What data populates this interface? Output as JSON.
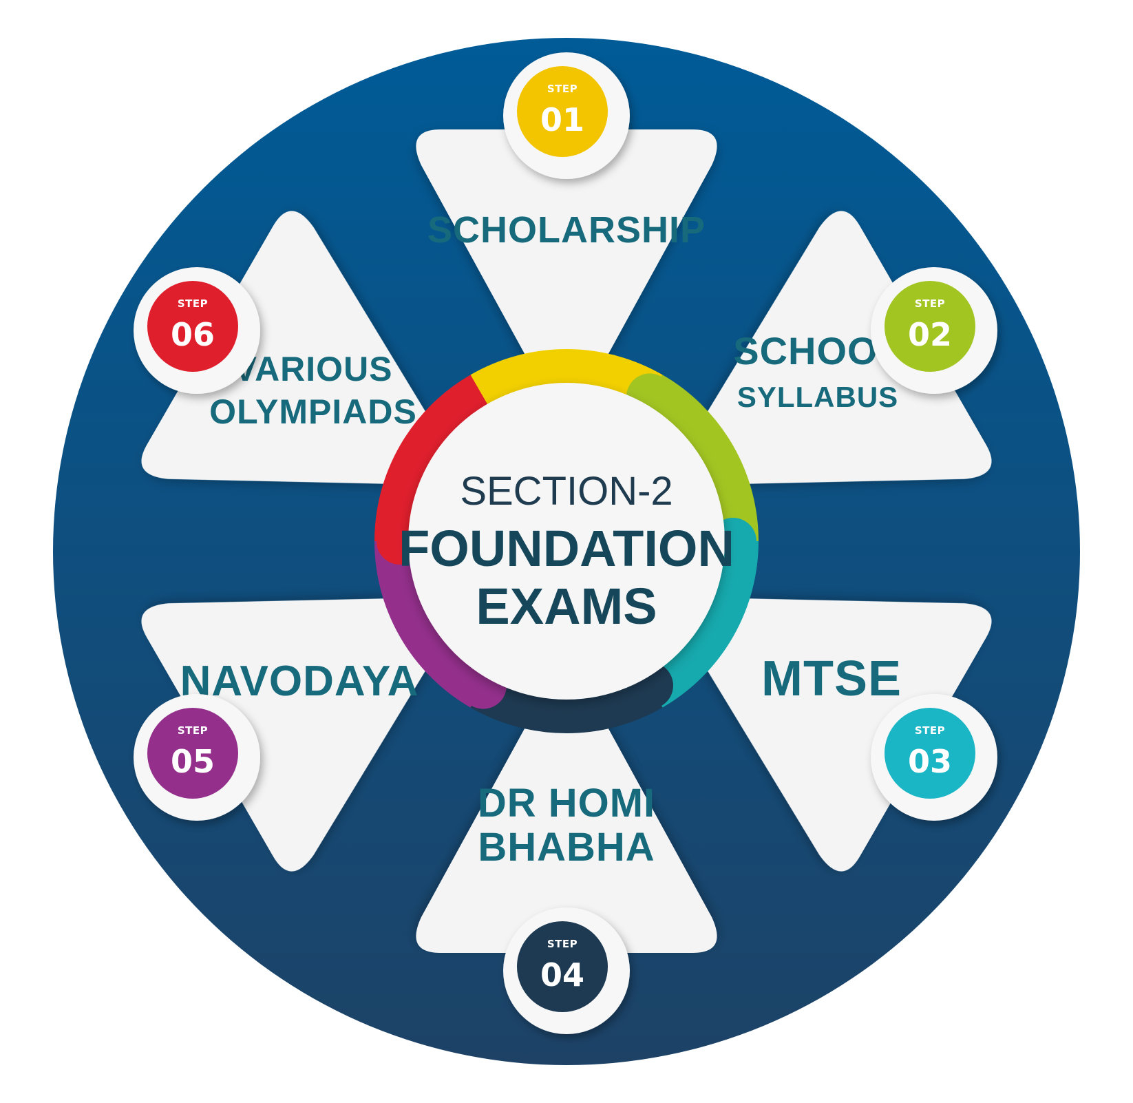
{
  "center": {
    "subtitle": "SECTION-2",
    "title_line1": "FOUNDATION",
    "title_line2": "EXAMS"
  },
  "steps": [
    {
      "step_word": "STEP",
      "number": "01",
      "lines": [
        "SCHOLARSHIP"
      ],
      "color": "#f2c500"
    },
    {
      "step_word": "STEP",
      "number": "02",
      "lines": [
        "SCHOOL",
        "SYLLABUS"
      ],
      "color": "#a3c522"
    },
    {
      "step_word": "STEP",
      "number": "03",
      "lines": [
        "MTSE"
      ],
      "color": "#1ab6c6"
    },
    {
      "step_word": "STEP",
      "number": "04",
      "lines": [
        "DR HOMI",
        "BHABHA"
      ],
      "color": "#1e3a52"
    },
    {
      "step_word": "STEP",
      "number": "05",
      "lines": [
        "NAVODAYA"
      ],
      "color": "#94308c"
    },
    {
      "step_word": "STEP",
      "number": "06",
      "lines": [
        "VARIOUS",
        "OLYMPIADS"
      ],
      "color": "#e01f2d"
    }
  ],
  "colors": {
    "background_circle_top": "#005b97",
    "background_circle_bottom": "#1d4266",
    "petal_fill": "#f4f4f4",
    "label_text": "#166a7c",
    "ring_segments": [
      "#f2d000",
      "#a3c522",
      "#16a9ad",
      "#1e3a52",
      "#94308c",
      "#e01f2d"
    ]
  }
}
